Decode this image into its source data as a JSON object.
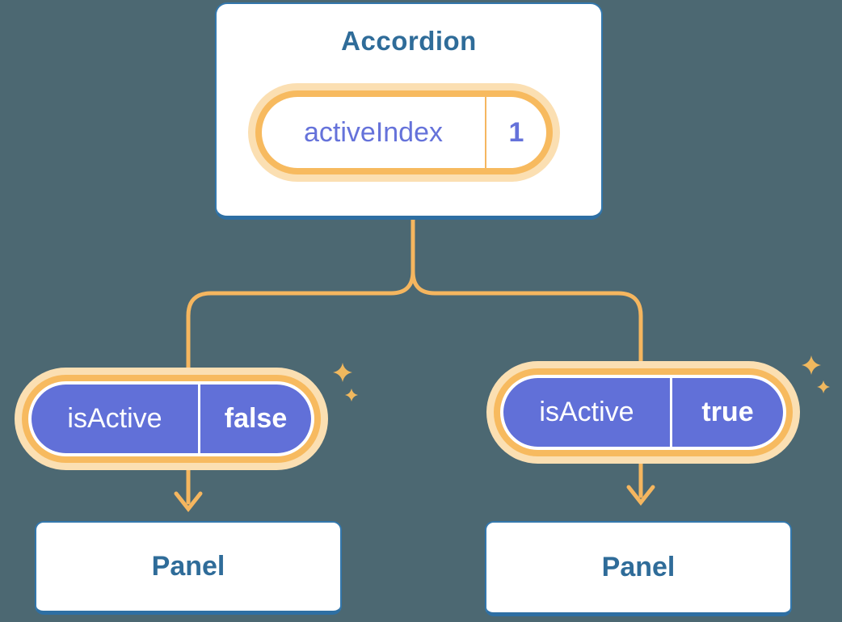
{
  "diagram": {
    "root": {
      "title": "Accordion",
      "state_name": "activeIndex",
      "state_value": "1"
    },
    "left_branch": {
      "prop_name": "isActive",
      "prop_value": "false",
      "panel_title": "Panel"
    },
    "right_branch": {
      "prop_name": "isActive",
      "prop_value": "true",
      "panel_title": "Panel"
    },
    "colors": {
      "background": "#4C6872",
      "card_fill": "#FFFFFF",
      "card_border": "#3377AC",
      "card_border_bottom": "#2E6FA3",
      "heading_text": "#2F6C99",
      "state_text": "#6572DA",
      "pill_purple_fill": "#6170D8",
      "pill_orange_ring": "#F7BA5F",
      "pill_outer_halo": "#FBDFB2",
      "connector_orange": "#F5B65F",
      "sparkle_orange": "#F0B85E",
      "pill_text_light": "#FFFFFF"
    },
    "icons": {
      "sparkle": "sparkle-icon",
      "arrow_down": "arrow-down-icon"
    }
  }
}
